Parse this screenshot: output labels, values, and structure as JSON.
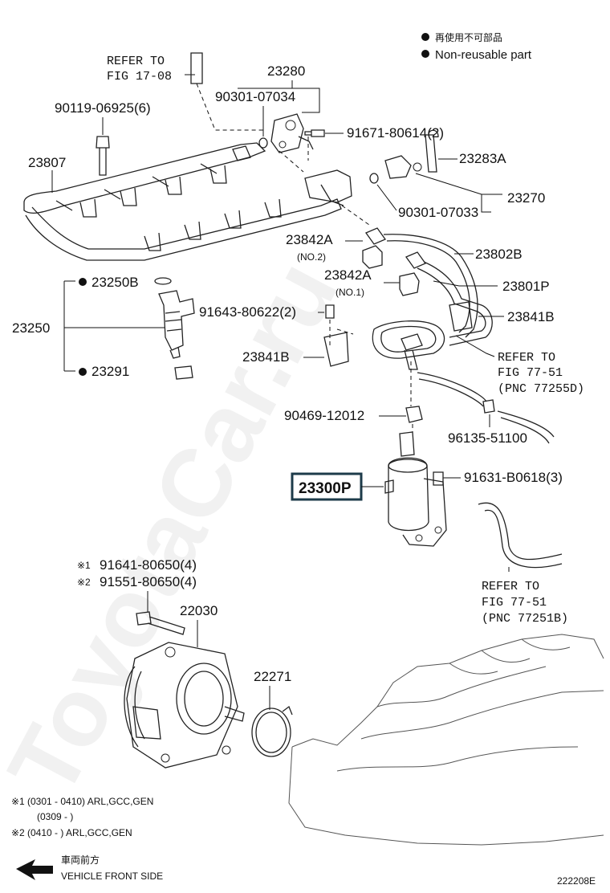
{
  "legend": {
    "non_reusable_jp": "再使用不可部品",
    "non_reusable_en": "Non-reusable part"
  },
  "references": {
    "fig_17_08_line1": "REFER TO",
    "fig_17_08_line2": "FIG 17-08",
    "fig_77_51_a_line1": "REFER TO",
    "fig_77_51_a_line2": "FIG 77-51",
    "fig_77_51_a_line3": "(PNC 77255D)",
    "fig_77_51_b_line1": "REFER TO",
    "fig_77_51_b_line2": "FIG 77-51",
    "fig_77_51_b_line3": "(PNC 77251B)"
  },
  "parts": {
    "p23280": "23280",
    "p90301_07034": "90301-07034",
    "p90119_06925": "90119-06925(6)",
    "p91671_80614": "91671-80614(2)",
    "p23807": "23807",
    "p23283A": "23283A",
    "p23270": "23270",
    "p90301_07033": "90301-07033",
    "p23802B": "23802B",
    "p23842A_no2": "23842A",
    "no2": "(NO.2)",
    "p23842A_no1": "23842A",
    "no1": "(NO.1)",
    "p23801P": "23801P",
    "p23250B": "23250B",
    "p23250": "23250",
    "p91643_80622": "91643-80622(2)",
    "p23841B_right": "23841B",
    "p23841B_left": "23841B",
    "p23291": "23291",
    "p90469_12012": "90469-12012",
    "p96135_51100": "96135-51100",
    "p23300P": "23300P",
    "p91631_B0618": "91631-B0618(3)",
    "p91641_80650": "91641-80650(4)",
    "p91551_80650": "91551-80650(4)",
    "mark1": "※1",
    "mark2": "※2",
    "p22030": "22030",
    "p22271": "22271"
  },
  "notes": {
    "n1_mark": "※1",
    "n1_text": "(0301 - 0410) ARL,GCC,GEN",
    "n1_sub": "(0309 -        )",
    "n2_mark": "※2",
    "n2_text": "(0410 -        ) ARL,GCC,GEN"
  },
  "direction": {
    "jp": "車両前方",
    "en": "VEHICLE FRONT SIDE"
  },
  "figure_id": "222208E",
  "watermark": "ToyotaCar.ru",
  "colors": {
    "highlight_box": "#1d3b4a",
    "ink": "#111111"
  }
}
